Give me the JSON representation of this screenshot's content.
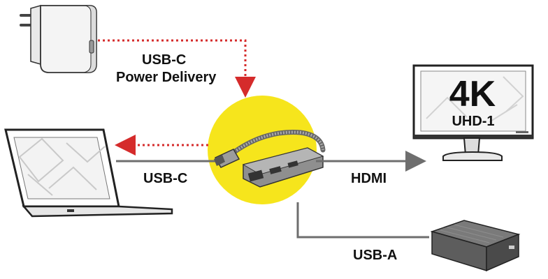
{
  "labels": {
    "power_line1": "USB-C",
    "power_line2": "Power Delivery",
    "laptop_link": "USB-C",
    "monitor_link": "HDMI",
    "drive_link": "USB-A"
  },
  "monitor": {
    "resolution_big": "4K",
    "resolution_small": "UHD-1"
  },
  "colors": {
    "hub_circle": "#f6e51c",
    "power_dotted": "#d52b2b",
    "cable_gray": "#6e6e6e",
    "hub_body": "#8f8f8f"
  }
}
